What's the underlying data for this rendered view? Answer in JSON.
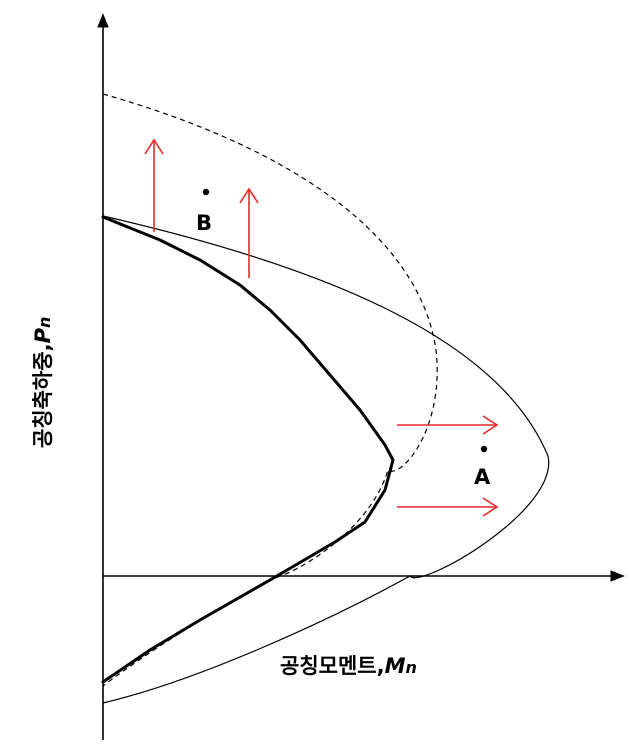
{
  "labels": {
    "x_axis_text": "공칭모멘트,",
    "x_axis_symbol": "M",
    "x_axis_sub": "n",
    "y_axis_text": "공칭축하중,",
    "y_axis_symbol": "P",
    "y_axis_sub": "n",
    "point_a": "A",
    "point_b": "B"
  },
  "colors": {
    "axis": "#000000",
    "curves": "#000000",
    "arrows": "#e8292b",
    "background": "#ffffff"
  }
}
